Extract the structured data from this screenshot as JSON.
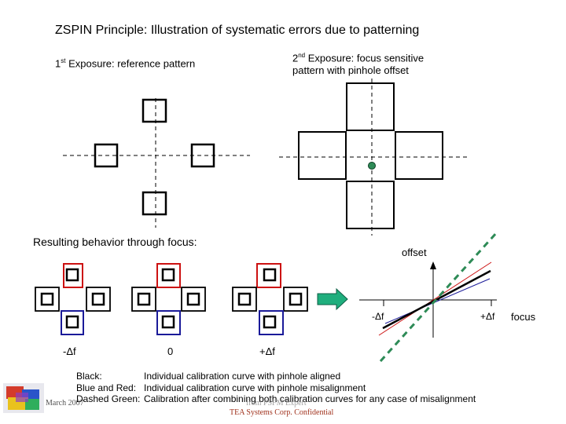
{
  "title": "ZSPIN Principle: Illustration of systematic errors due to patterning",
  "exposure1": {
    "label": "1",
    "sup": "st",
    "text": " Exposure: reference pattern"
  },
  "exposure2": {
    "label": "2",
    "sup": "nd",
    "text": " Exposure: focus sensitive",
    "line2": "pattern with pinhole offset"
  },
  "behavior_label": "Resulting behavior through focus:",
  "stages": [
    "-Δf",
    "0",
    "+Δf"
  ],
  "plot": {
    "ylabel": "offset",
    "xneg": "-Δf",
    "xpos": "+Δf",
    "xunit": "focus"
  },
  "legend": [
    {
      "key": "Black:",
      "text": "Individual calibration curve with pinhole aligned"
    },
    {
      "key": "Blue and Red:",
      "text": "Individual calibration curve with pinhole misalignment"
    },
    {
      "key": "Dashed Green:",
      "text": "Calibration after combining both calibration curves for any case of misalignment"
    }
  ],
  "date": "March 2007",
  "footer": "TEA Systems Corp. Confidential",
  "stamp": "from PSFM Expert",
  "colors": {
    "red": "#cc1111",
    "blue": "#1a1a99",
    "green": "#2e8b57",
    "arrow": "#1fae7d",
    "pinhole": "#2e8b57"
  },
  "icons": [
    "logo-icon",
    "arrow-right-icon",
    "pinhole-dot-icon"
  ]
}
